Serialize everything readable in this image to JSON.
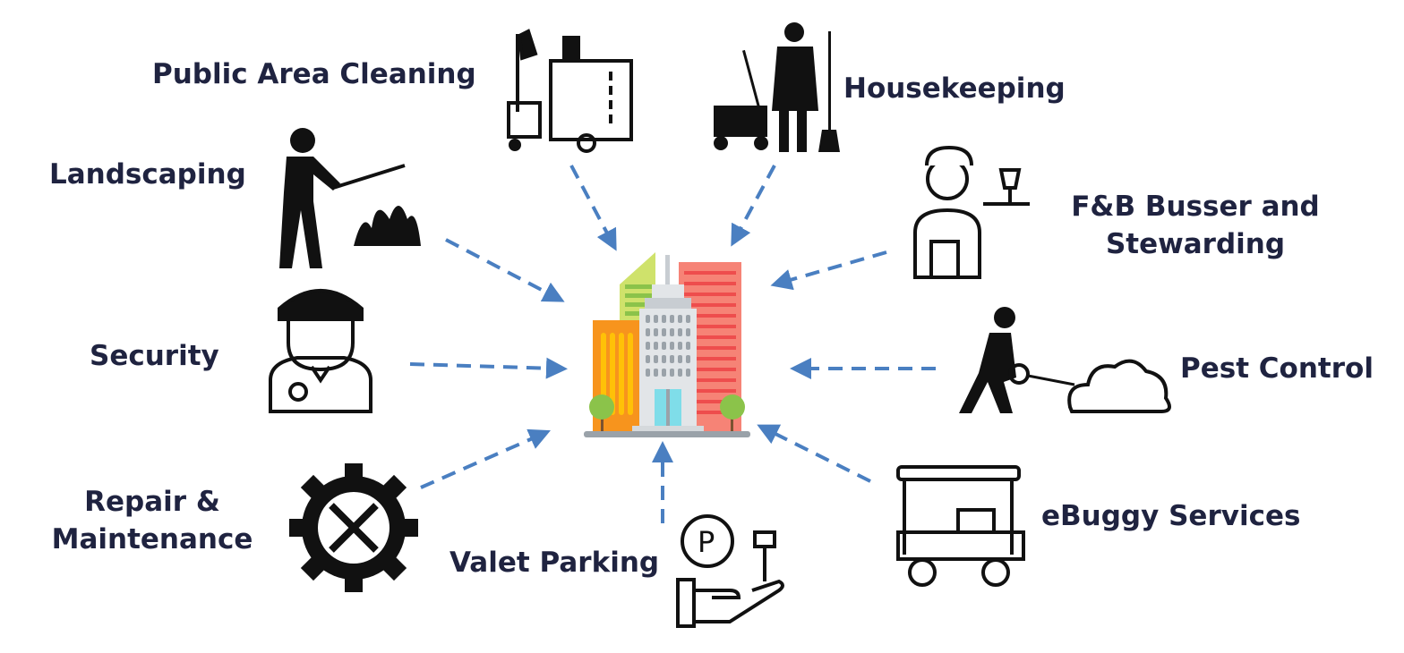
{
  "title": "Building services diagram",
  "colors": {
    "arrow": "#4a7fc1",
    "text": "#1f2340",
    "icon": "#111111"
  },
  "center": {
    "icon": "city-buildings-icon"
  },
  "services": [
    {
      "label": "Public Area Cleaning",
      "icon": "cleaning-cart-icon"
    },
    {
      "label": "Housekeeping",
      "icon": "housekeeper-icon"
    },
    {
      "label": "Landscaping",
      "icon": "gardener-icon"
    },
    {
      "label_line1": "F&B Busser and",
      "label_line2": "Stewarding",
      "icon": "waiter-icon"
    },
    {
      "label": "Security",
      "icon": "security-guard-icon"
    },
    {
      "label": "Pest Control",
      "icon": "pest-sprayer-icon"
    },
    {
      "label_line1": "Repair &",
      "label_line2": "Maintenance",
      "icon": "repair-gear-icon"
    },
    {
      "label": "Valet Parking",
      "icon": "valet-key-icon"
    },
    {
      "label": "eBuggy Services",
      "icon": "golf-buggy-icon"
    }
  ]
}
